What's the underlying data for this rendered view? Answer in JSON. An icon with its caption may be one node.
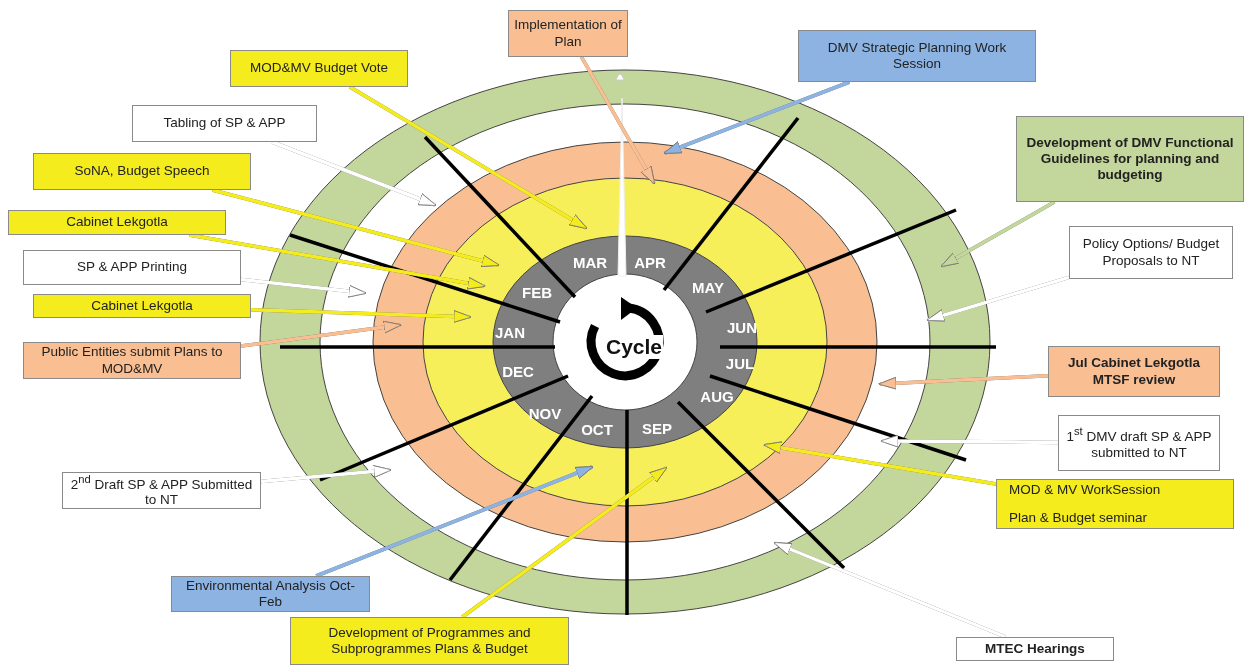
{
  "diagram": {
    "nodes": [
      {
        "text": [
          "Implementation of Plan"
        ]
      },
      {
        "text": [
          "MOD&MV Budget Vote"
        ]
      },
      {
        "text": [
          "DMV Strategic Planning Work Session"
        ]
      },
      {
        "text": [
          "Tabling of SP & APP"
        ]
      },
      {
        "text": [
          "Development of DMV Functional Guidelines for planning and budgeting"
        ]
      },
      {
        "text": [
          "SoNA, Budget Speech"
        ]
      },
      {
        "text": [
          "Cabinet Lekgotla"
        ]
      },
      {
        "text": [
          "SP & APP Printing"
        ]
      },
      {
        "text": [
          "Policy Options/ Budget Proposals to NT"
        ]
      },
      {
        "text": [
          "Cabinet Lekgotla"
        ]
      },
      {
        "text": [
          "Public Entities submit Plans to MOD&MV"
        ]
      },
      {
        "text": [
          "Jul Cabinet Lekgotla MTSF review"
        ]
      },
      {
        "text": [
          "1$^{st}$ DMV draft SP & APP submitted to NT"
        ]
      },
      {
        "text": [
          "2$^{nd}$ Draft SP & APP Submitted to NT"
        ]
      },
      {
        "text": [
          "MOD & MV WorkSession",
          "Plan & Budget seminar"
        ]
      },
      {
        "text": [
          "Environmental Analysis Oct- Feb"
        ]
      },
      {
        "text": [
          "Development of Programmes and Subprogrammes Plans & Budget"
        ]
      },
      {
        "text": [
          "MTEC Hearings"
        ]
      }
    ],
    "edges": [
      {
        "from": 0,
        "to": null,
        "arrow": "to",
        "color": "#f9bf93"
      },
      {
        "from": 1,
        "to": null,
        "arrow": "to",
        "color": "#f5ec1e"
      },
      {
        "from": 2,
        "to": null,
        "arrow": "to",
        "color": "#8db3e2"
      },
      {
        "from": 3,
        "to": null,
        "arrow": "to",
        "color": "#ffffff"
      },
      {
        "from": 4,
        "to": null,
        "arrow": "to",
        "color": "#c3d69b"
      },
      {
        "from": 5,
        "to": null,
        "arrow": "to",
        "color": "#f5ec1e"
      },
      {
        "from": 6,
        "to": null,
        "arrow": "to",
        "color": "#f5ec1e"
      },
      {
        "from": 7,
        "to": null,
        "arrow": "to",
        "color": "#ffffff"
      },
      {
        "from": 8,
        "to": null,
        "arrow": "to",
        "color": "#ffffff"
      },
      {
        "from": 9,
        "to": null,
        "arrow": "to",
        "color": "#f5ec1e"
      },
      {
        "from": 10,
        "to": null,
        "arrow": "to",
        "color": "#f9bf93"
      },
      {
        "from": 11,
        "to": null,
        "arrow": "to",
        "color": "#f9bf93"
      },
      {
        "from": 12,
        "to": null,
        "arrow": "to",
        "color": "#ffffff"
      },
      {
        "from": 13,
        "to": null,
        "arrow": "to",
        "color": "#ffffff"
      },
      {
        "from": 14,
        "to": null,
        "arrow": "to",
        "color": "#f5ec1e"
      },
      {
        "from": 15,
        "to": null,
        "arrow": "to",
        "color": "#8db3e2"
      },
      {
        "from": 16,
        "to": null,
        "arrow": "to",
        "color": "#f5ec1e"
      },
      {
        "from": 17,
        "to": null,
        "arrow": "to",
        "color": "#ffffff"
      }
    ],
    "labels": [
      "MAR",
      "APR",
      "FEB",
      "MAY",
      "JAN",
      "JUN",
      "Cycle",
      "JUL",
      "DEC",
      "AUG",
      "NOV",
      "OCT",
      "SEP"
    ]
  }
}
